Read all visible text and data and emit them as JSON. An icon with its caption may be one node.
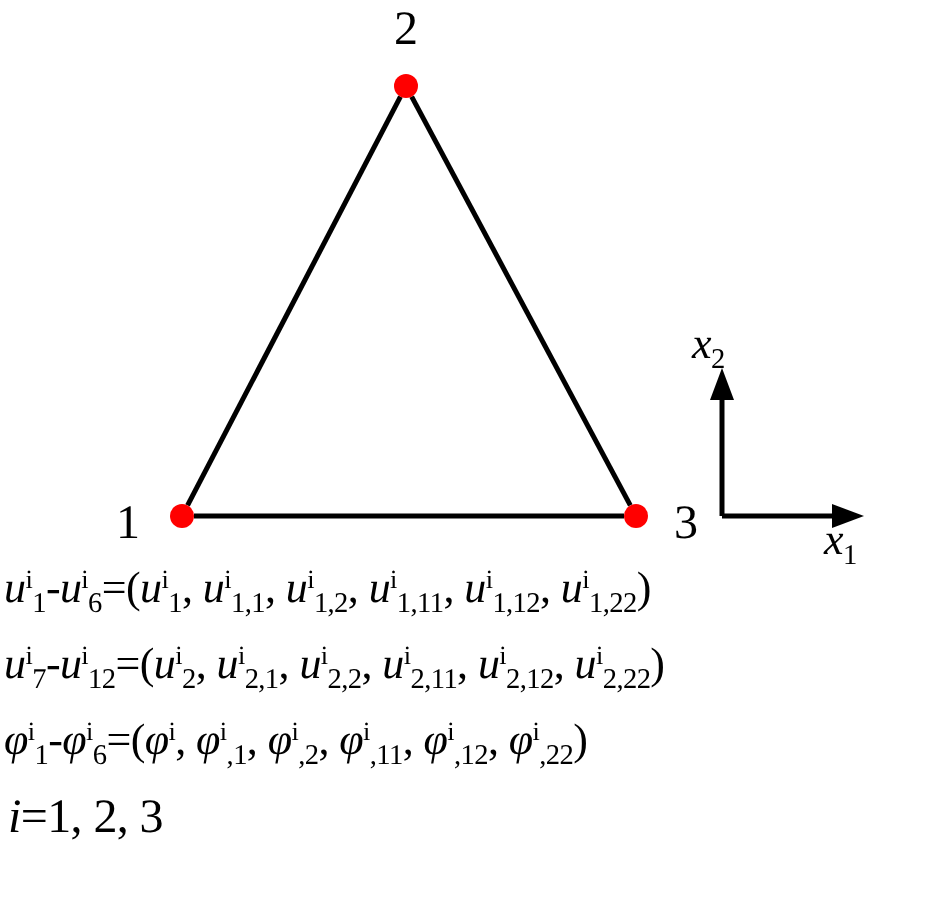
{
  "diagram": {
    "nodes": [
      {
        "text": [],
        "shape": "circle",
        "beside": [
          "1"
        ]
      },
      {
        "text": [],
        "shape": "circle",
        "beside": [
          "2"
        ]
      },
      {
        "text": [],
        "shape": "circle",
        "beside": [
          "3"
        ]
      }
    ],
    "edges": [
      {
        "from": 0,
        "to": 1,
        "arrow": "none"
      },
      {
        "from": 1,
        "to": 2,
        "arrow": "none"
      },
      {
        "from": 0,
        "to": 2,
        "arrow": "none"
      }
    ],
    "labels": [
      "*x*$_{2}$",
      "*x*$_{1}$",
      "*u*$^{i}$$_{1}$-*u*$^{i}$$_{6}$=(*u*$^{i}$$_{1}$, *u*$^{i}$$_{1,1}$, *u*$^{i}$$_{1,2}$, *u*$^{i}$$_{1,11}$, *u*$^{i}$$_{1,12}$, *u*$^{i}$$_{1,22}$)",
      "*u*$^{i}$$_{7}$-*u*$^{i}$$_{12}$=(*u*$^{i}$$_{2}$, *u*$^{i}$$_{2,1}$, *u*$^{i}$$_{2,2}$, *u*$^{i}$$_{2,11}$, *u*$^{i}$$_{2,12}$, *u*$^{i}$$_{2,22}$)",
      "*φ*$^{i}$$_{1}$-*φ*$^{i}$$_{6}$=(*φ*$^{i}$, *φ*$^{i}$$_{,1}$, *φ*$^{i}$$_{,2}$, *φ*$^{i}$$_{,11}$, *φ*$^{i}$$_{,12}$, *φ*$^{i}$$_{,22}$)",
      "*i*=1, 2, 3"
    ]
  }
}
